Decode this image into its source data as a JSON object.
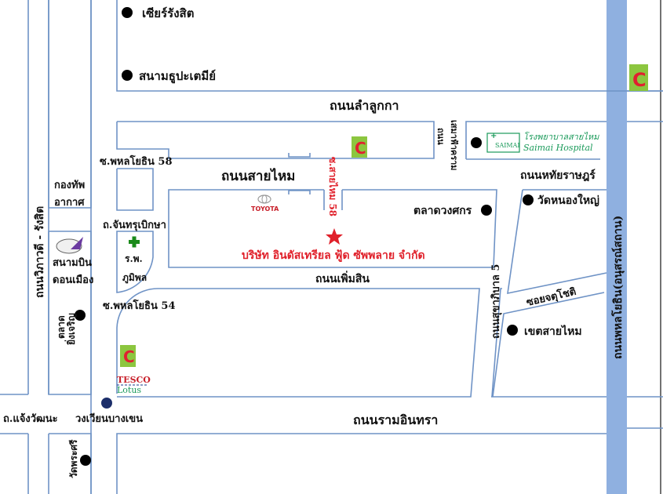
{
  "map": {
    "highway": {
      "label": "ถนนพหลโยธิน(อนุสรณ์สถาน)",
      "color": "#8fb0e0"
    },
    "roads": {
      "lam_luk_ka": "ถนนลำลูกกา",
      "sai_mai": "ถนนสายไหม",
      "phoem_sin": "ถนนเพิ่มสิน",
      "ram_inthra": "ถนนรามอินทรา",
      "hathairat": "ถนนหทัยราษฎร์",
      "vibhavadi": "ถนนวิภาวดี - รังสิต",
      "sukhaphiban5": "ถนนสุขาภิบาล 5",
      "soi_chatuchot": "ซอยจตุโชติ",
      "soi_sai_mai_58": "ซ.สายไหม 58",
      "phahon_58": "ซ.พหลโยธิน 58",
      "phahon_54": "ซ.พหลโยธิน 54",
      "chan_bhikkhu": "ถ.จันทรุเบิกษา",
      "chaeng_watthana": "ถ.แจ้งวัฒนะ",
      "small_vertical_a": "ถนน",
      "small_vertical_b": "เสมาฟ้าคราม"
    },
    "places": {
      "zeer": "เซียร์รังสิต",
      "stadium": "สนามธูปะเตมีย์",
      "air_force_1": "กองทัพ",
      "air_force_2": "อากาศ",
      "airport_1": "สนามบิน",
      "airport_2": "ดอนเมือง",
      "hospital_1": "ร.พ.",
      "hospital_2": "ภูมิพล",
      "market_yingcharoen_1": "ตลาด",
      "market_yingcharoen_2": "ยิ่งเจริญ",
      "bang_khen_circle": "วงเวียนบางเขน",
      "wat_phra_si": "วัดพระศรี",
      "market_wongsakorn": "ตลาดวงศกร",
      "wat_nong_yai": "วัดหนองใหญ่",
      "khet_sai_mai": "เขตสายไหม",
      "toyota": "TOYOTA",
      "tesco_1": "TESCO",
      "tesco_2": "Lotus",
      "saimai_logo": "SAIMAI",
      "saimai_th": "โรงพยาบาลสายไหม",
      "saimai_en": "Saimai Hospital"
    },
    "destination": {
      "label": "บริษัท อินดัสเทรียล ฟู้ด ซัพพลาย จำกัด",
      "icon": "star-icon",
      "color": "#e0202a"
    },
    "colors": {
      "road": "#6f93c6",
      "bigc_green": "#8cc63f",
      "bigc_red": "#e02030",
      "saimai_green": "#1a9a5a",
      "circle_blue": "#1c2e6a"
    }
  }
}
